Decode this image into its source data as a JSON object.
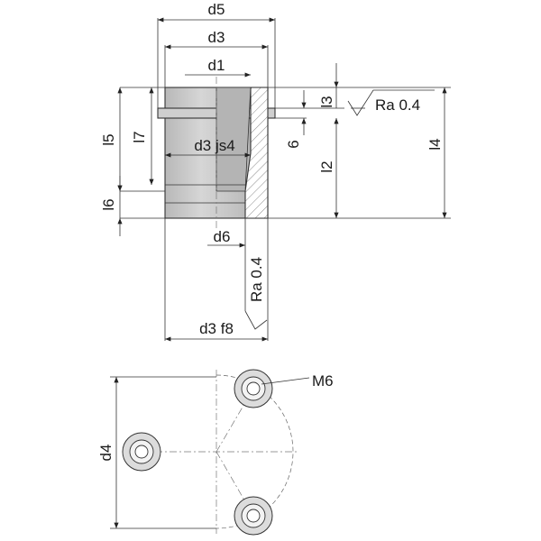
{
  "labels": {
    "d5": "d5",
    "d3": "d3",
    "d1": "d1",
    "l3": "l3",
    "ra_top": "Ra 0.4",
    "l5": "l5",
    "l7": "l7",
    "d3js4": "d3 js4",
    "six": "6",
    "l4": "l4",
    "l2": "l2",
    "l6": "l6",
    "d6": "d6",
    "ra_vertical": "Ra 0.4",
    "d3f8": "d3 f8",
    "m6": "M6",
    "d4": "d4"
  },
  "colors": {
    "body_fill": "#c8c8c8",
    "body_shade": "#a9a9a9",
    "hatch": "#8a8a8a",
    "line": "#333333"
  }
}
